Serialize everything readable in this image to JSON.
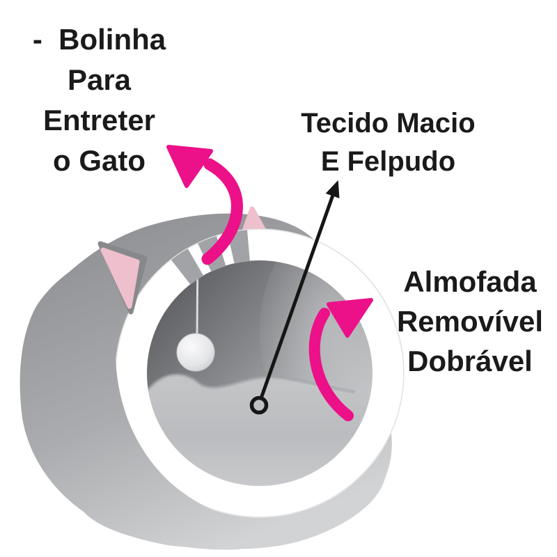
{
  "page": {
    "background": "#FFFFFF"
  },
  "annotations": {
    "ball_label": {
      "text": "-  Bolinha\nPara\nEntreter\no Gato"
    },
    "fabric_label": {
      "text": "Tecido Macio\nE Felpudo"
    },
    "cushion_label": {
      "text": "Almofada\nRemovível\nDobrável"
    }
  },
  "colors": {
    "accent_pink": "#EC1089",
    "label_text": "#1A1A1A",
    "ear_pink": "#EEBFCC",
    "body_gray_dark": "#8E8F92",
    "body_gray_light": "#D2D3D5",
    "rim_white": "#FFFFFF",
    "rim_stripe_gray": "#A2A3A7",
    "interior_gray": "#5D5E62",
    "cushion_gray": "#BFC0C3",
    "ball_white": "#F2F2F4",
    "string_gray": "#D9DADC",
    "pointer_black": "#161616"
  }
}
